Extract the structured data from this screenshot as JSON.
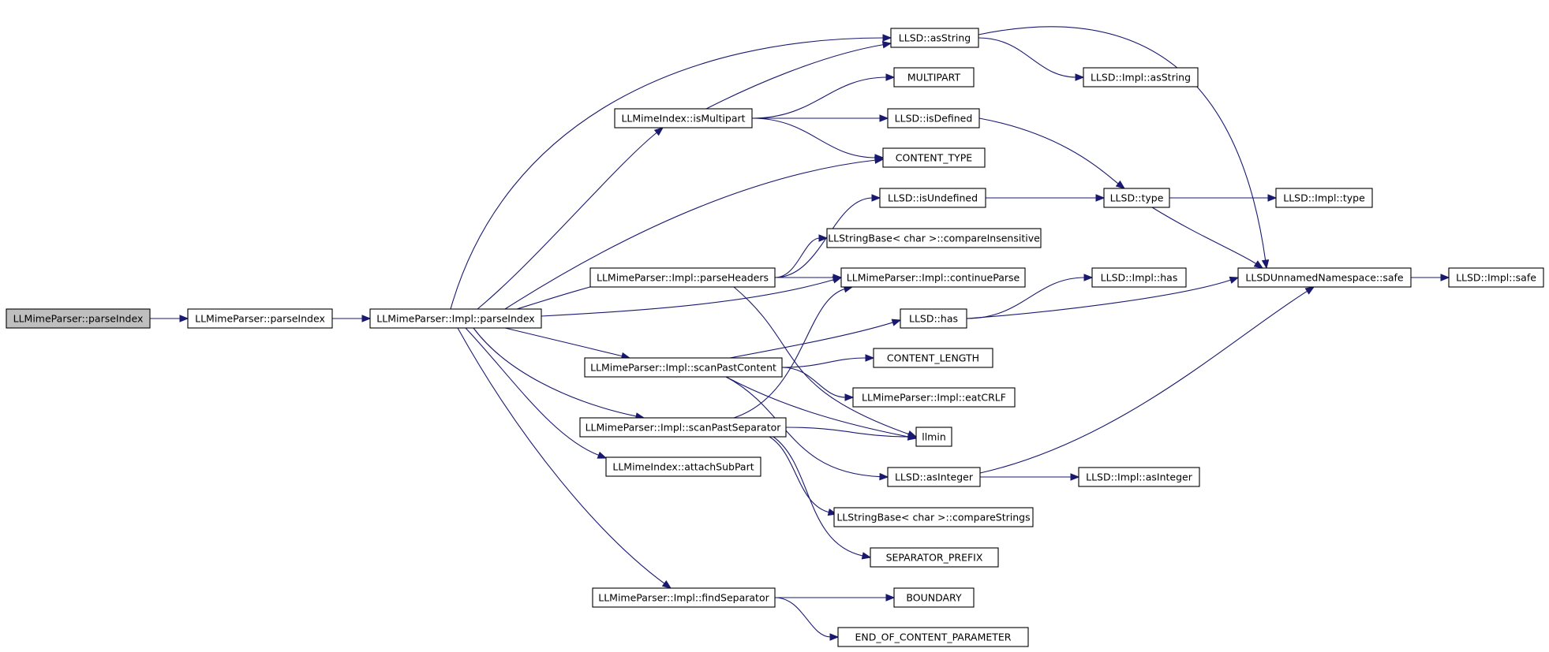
{
  "graph": {
    "nodes": [
      {
        "id": "n0",
        "label": "LLMimeParser::parseIndex",
        "root": true
      },
      {
        "id": "n1",
        "label": "LLMimeParser::parseIndex"
      },
      {
        "id": "n2",
        "label": "LLMimeParser::Impl::parseIndex"
      },
      {
        "id": "n3",
        "label": "LLMimeIndex::isMultipart"
      },
      {
        "id": "n4",
        "label": "LLMimeParser::Impl::parseHeaders"
      },
      {
        "id": "n5",
        "label": "LLMimeParser::Impl::scanPastContent"
      },
      {
        "id": "n6",
        "label": "LLMimeParser::Impl::scanPastSeparator"
      },
      {
        "id": "n7",
        "label": "LLMimeIndex::attachSubPart"
      },
      {
        "id": "n8",
        "label": "LLMimeParser::Impl::findSeparator"
      },
      {
        "id": "n9",
        "label": "LLSD::asString"
      },
      {
        "id": "n10",
        "label": "MULTIPART"
      },
      {
        "id": "n11",
        "label": "LLSD::isDefined"
      },
      {
        "id": "n12",
        "label": "CONTENT_TYPE"
      },
      {
        "id": "n13",
        "label": "LLSD::isUndefined"
      },
      {
        "id": "n14",
        "label": "LLStringBase< char >::compareInsensitive"
      },
      {
        "id": "n15",
        "label": "LLMimeParser::Impl::continueParse"
      },
      {
        "id": "n16",
        "label": "LLSD::has"
      },
      {
        "id": "n17",
        "label": "CONTENT_LENGTH"
      },
      {
        "id": "n18",
        "label": "LLMimeParser::Impl::eatCRLF"
      },
      {
        "id": "n19",
        "label": "llmin"
      },
      {
        "id": "n20",
        "label": "LLSD::asInteger"
      },
      {
        "id": "n21",
        "label": "LLStringBase< char >::compareStrings"
      },
      {
        "id": "n22",
        "label": "SEPARATOR_PREFIX"
      },
      {
        "id": "n23",
        "label": "BOUNDARY"
      },
      {
        "id": "n24",
        "label": "END_OF_CONTENT_PARAMETER"
      },
      {
        "id": "n25",
        "label": "LLSD::Impl::asString"
      },
      {
        "id": "n26",
        "label": "LLSD::type"
      },
      {
        "id": "n27",
        "label": "LLSD::Impl::has"
      },
      {
        "id": "n28",
        "label": "LLSD::Impl::asInteger"
      },
      {
        "id": "n29",
        "label": "LLSD::Impl::type"
      },
      {
        "id": "n30",
        "label": "LLSDUnnamedNamespace::safe"
      },
      {
        "id": "n31",
        "label": "LLSD::Impl::safe"
      }
    ],
    "edges": [
      [
        "n0",
        "n1"
      ],
      [
        "n1",
        "n2"
      ],
      [
        "n2",
        "n9"
      ],
      [
        "n2",
        "n3"
      ],
      [
        "n2",
        "n12"
      ],
      [
        "n2",
        "n4"
      ],
      [
        "n2",
        "n15"
      ],
      [
        "n2",
        "n5"
      ],
      [
        "n2",
        "n6"
      ],
      [
        "n2",
        "n7"
      ],
      [
        "n2",
        "n8"
      ],
      [
        "n3",
        "n9"
      ],
      [
        "n3",
        "n10"
      ],
      [
        "n3",
        "n11"
      ],
      [
        "n3",
        "n12"
      ],
      [
        "n4",
        "n13"
      ],
      [
        "n4",
        "n14"
      ],
      [
        "n4",
        "n15"
      ],
      [
        "n4",
        "n19"
      ],
      [
        "n5",
        "n16"
      ],
      [
        "n5",
        "n17"
      ],
      [
        "n5",
        "n18"
      ],
      [
        "n5",
        "n19"
      ],
      [
        "n5",
        "n20"
      ],
      [
        "n6",
        "n15"
      ],
      [
        "n6",
        "n19"
      ],
      [
        "n6",
        "n21"
      ],
      [
        "n6",
        "n22"
      ],
      [
        "n8",
        "n23"
      ],
      [
        "n8",
        "n24"
      ],
      [
        "n9",
        "n25"
      ],
      [
        "n9",
        "n30"
      ],
      [
        "n11",
        "n26"
      ],
      [
        "n13",
        "n26"
      ],
      [
        "n26",
        "n29"
      ],
      [
        "n26",
        "n30"
      ],
      [
        "n16",
        "n27"
      ],
      [
        "n16",
        "n30"
      ],
      [
        "n20",
        "n28"
      ],
      [
        "n20",
        "n30"
      ],
      [
        "n30",
        "n31"
      ]
    ]
  }
}
